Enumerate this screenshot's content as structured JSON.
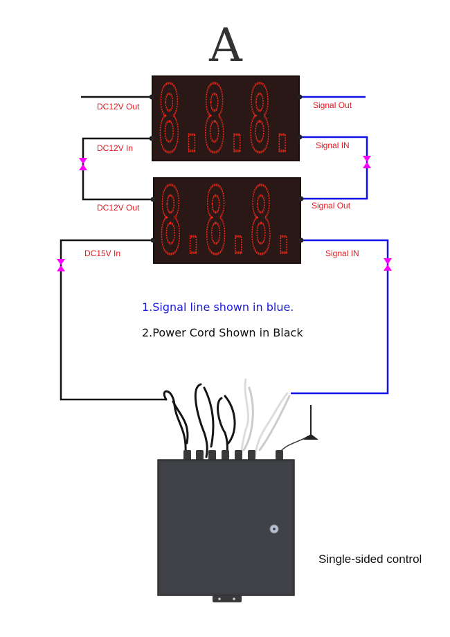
{
  "title": "A",
  "displays": [
    {
      "digits": "8.8.8.",
      "left_top_label": "DC12V Out",
      "left_bottom_label": "DC12V In",
      "right_top_label": "Signal Out",
      "right_bottom_label": "Signal IN"
    },
    {
      "digits": "8.8.8.",
      "left_top_label": "DC12V Out",
      "left_bottom_label": "DC15V In",
      "right_top_label": "Signal Out",
      "right_bottom_label": "Signal IN"
    }
  ],
  "notes": {
    "signal": "1.Signal line shown in blue.",
    "power": "2.Power Cord Shown in Black"
  },
  "controller_caption": "Single-sided control",
  "colors": {
    "signal_line": "#1010e8",
    "power_line": "#111111",
    "label": "#e8141e",
    "led": "#ff2a1a",
    "arrow": "#ff00ff"
  }
}
